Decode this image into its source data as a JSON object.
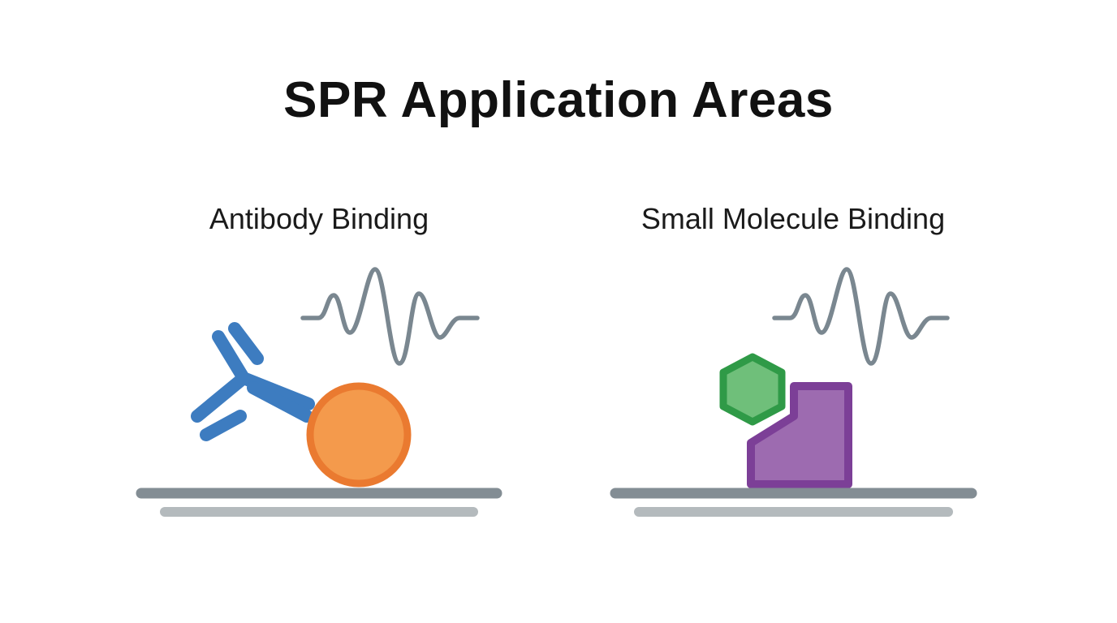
{
  "title": "SPR Application Areas",
  "panels": [
    {
      "label": "Antibody Binding"
    },
    {
      "label": "Small Molecule Binding"
    }
  ],
  "colors": {
    "antibody": "#3d7cc0",
    "analyte_fill": "#f49a4c",
    "analyte_stroke": "#ea7a30",
    "hexagon_fill": "#6fbf7a",
    "hexagon_stroke": "#2f9a47",
    "receptor_fill": "#9d6bb0",
    "receptor_stroke": "#7c3f97",
    "signal": "#7a8790",
    "surface_top": "#838d94",
    "surface_bottom": "#b4babd"
  },
  "icons": [
    "antibody-icon",
    "analyte-sphere-icon",
    "hexagon-molecule-icon",
    "receptor-block-icon",
    "signal-wave-icon",
    "sensor-surface-icon"
  ]
}
